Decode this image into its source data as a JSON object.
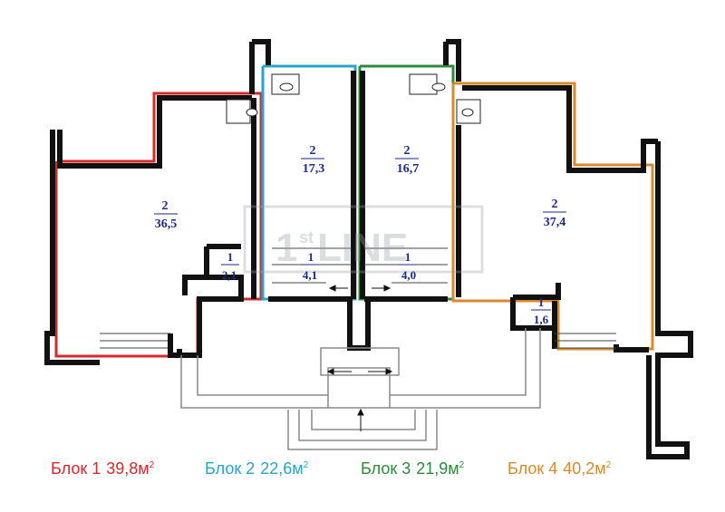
{
  "watermark": {
    "brand": "1",
    "sup": "st",
    "suffix": " LINE"
  },
  "rooms": [
    {
      "id": "room-1-main",
      "num": "2",
      "area": "36,5"
    },
    {
      "id": "room-1-wc",
      "num": "1",
      "area": "2,1"
    },
    {
      "id": "room-2-main",
      "num": "2",
      "area": "17,3"
    },
    {
      "id": "room-2-wc",
      "num": "1",
      "area": "4,1"
    },
    {
      "id": "room-3-main",
      "num": "2",
      "area": "16,7"
    },
    {
      "id": "room-3-wc",
      "num": "1",
      "area": "4,0"
    },
    {
      "id": "room-4-main",
      "num": "2",
      "area": "37,4"
    },
    {
      "id": "room-4-wc",
      "num": "1",
      "area": "1,6"
    }
  ],
  "legend": [
    {
      "label": "Блок 1",
      "area": "39,8м",
      "unit_sup": "2",
      "color": "#d42a2a"
    },
    {
      "label": "Блок 2",
      "area": "22,6м",
      "unit_sup": "2",
      "color": "#2aa3c8"
    },
    {
      "label": "Блок 3",
      "area": "21,9м",
      "unit_sup": "2",
      "color": "#2c8a3a"
    },
    {
      "label": "Блок 4",
      "area": "40,2м",
      "unit_sup": "2",
      "color": "#d88a2c"
    }
  ]
}
